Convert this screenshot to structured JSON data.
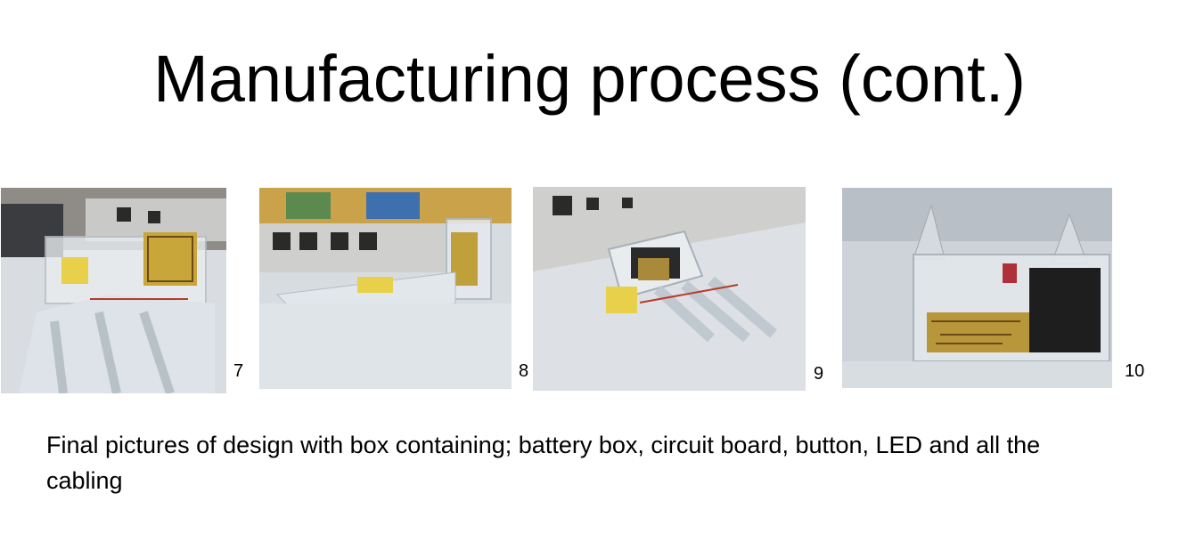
{
  "slide": {
    "title": "Manufacturing process (cont.)",
    "photos": [
      {
        "number": "7",
        "subject": "acrylic box with circuit board, front-left view"
      },
      {
        "number": "8",
        "subject": "acrylic box side view on bench"
      },
      {
        "number": "9",
        "subject": "acrylic box with battery holder, top view"
      },
      {
        "number": "10",
        "subject": "acrylic box close-up with circuit board, button and battery box"
      }
    ],
    "caption": "Final pictures of design with box containing; battery box, circuit board, button, LED and all the cabling"
  }
}
